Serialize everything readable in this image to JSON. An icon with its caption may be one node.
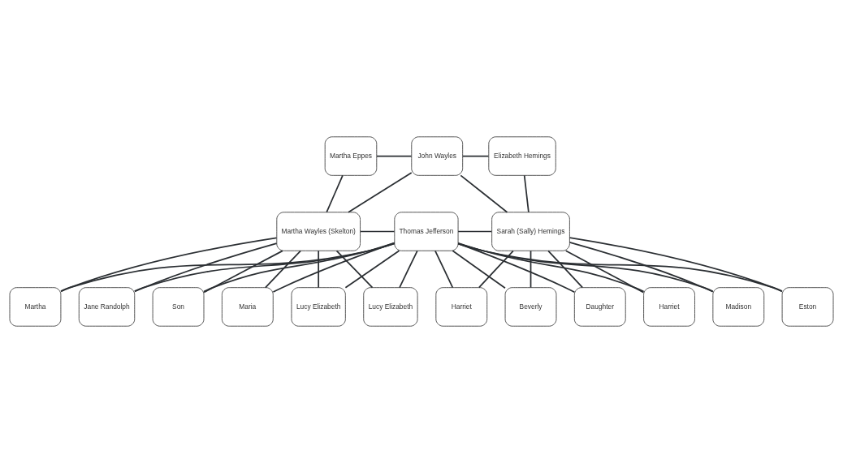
{
  "diagram": {
    "nodes": [
      {
        "text": [
          "Martha Eppes"
        ]
      },
      {
        "text": [
          "John Wayles"
        ]
      },
      {
        "text": [
          "Elizabeth Hemings"
        ]
      },
      {
        "text": [
          "Martha Wayles (Skelton)"
        ]
      },
      {
        "text": [
          "Thomas Jefferson"
        ]
      },
      {
        "text": [
          "Sarah (Sally) Hemings"
        ]
      },
      {
        "text": [
          "Martha"
        ]
      },
      {
        "text": [
          "Jane Randolph"
        ]
      },
      {
        "text": [
          "Son"
        ]
      },
      {
        "text": [
          "Maria"
        ]
      },
      {
        "text": [
          "Lucy Elizabeth"
        ]
      },
      {
        "text": [
          "Lucy Elizabeth"
        ]
      },
      {
        "text": [
          "Harriet"
        ]
      },
      {
        "text": [
          "Beverly"
        ]
      },
      {
        "text": [
          "Daughter"
        ]
      },
      {
        "text": [
          "Harriet"
        ]
      },
      {
        "text": [
          "Madison"
        ]
      },
      {
        "text": [
          "Eston"
        ]
      }
    ],
    "edges": [
      {
        "from": 0,
        "to": 1,
        "arrow": "none"
      },
      {
        "from": 1,
        "to": 2,
        "arrow": "none"
      },
      {
        "from": 0,
        "to": 3,
        "arrow": "none"
      },
      {
        "from": 1,
        "to": 3,
        "arrow": "none"
      },
      {
        "from": 1,
        "to": 5,
        "arrow": "none"
      },
      {
        "from": 2,
        "to": 5,
        "arrow": "none"
      },
      {
        "from": 3,
        "to": 4,
        "arrow": "none"
      },
      {
        "from": 4,
        "to": 5,
        "arrow": "none"
      },
      {
        "from": 3,
        "to": 6,
        "arrow": "none"
      },
      {
        "from": 4,
        "to": 6,
        "arrow": "none"
      },
      {
        "from": 3,
        "to": 7,
        "arrow": "none"
      },
      {
        "from": 4,
        "to": 7,
        "arrow": "none"
      },
      {
        "from": 3,
        "to": 8,
        "arrow": "none"
      },
      {
        "from": 4,
        "to": 8,
        "arrow": "none"
      },
      {
        "from": 3,
        "to": 9,
        "arrow": "none"
      },
      {
        "from": 4,
        "to": 9,
        "arrow": "none"
      },
      {
        "from": 3,
        "to": 10,
        "arrow": "none"
      },
      {
        "from": 4,
        "to": 10,
        "arrow": "none"
      },
      {
        "from": 3,
        "to": 11,
        "arrow": "none"
      },
      {
        "from": 4,
        "to": 11,
        "arrow": "none"
      },
      {
        "from": 4,
        "to": 12,
        "arrow": "none"
      },
      {
        "from": 5,
        "to": 12,
        "arrow": "none"
      },
      {
        "from": 4,
        "to": 13,
        "arrow": "none"
      },
      {
        "from": 5,
        "to": 13,
        "arrow": "none"
      },
      {
        "from": 4,
        "to": 14,
        "arrow": "none"
      },
      {
        "from": 5,
        "to": 14,
        "arrow": "none"
      },
      {
        "from": 4,
        "to": 15,
        "arrow": "none"
      },
      {
        "from": 5,
        "to": 15,
        "arrow": "none"
      },
      {
        "from": 4,
        "to": 16,
        "arrow": "none"
      },
      {
        "from": 5,
        "to": 16,
        "arrow": "none"
      },
      {
        "from": 4,
        "to": 17,
        "arrow": "none"
      },
      {
        "from": 5,
        "to": 17,
        "arrow": "none"
      }
    ]
  }
}
